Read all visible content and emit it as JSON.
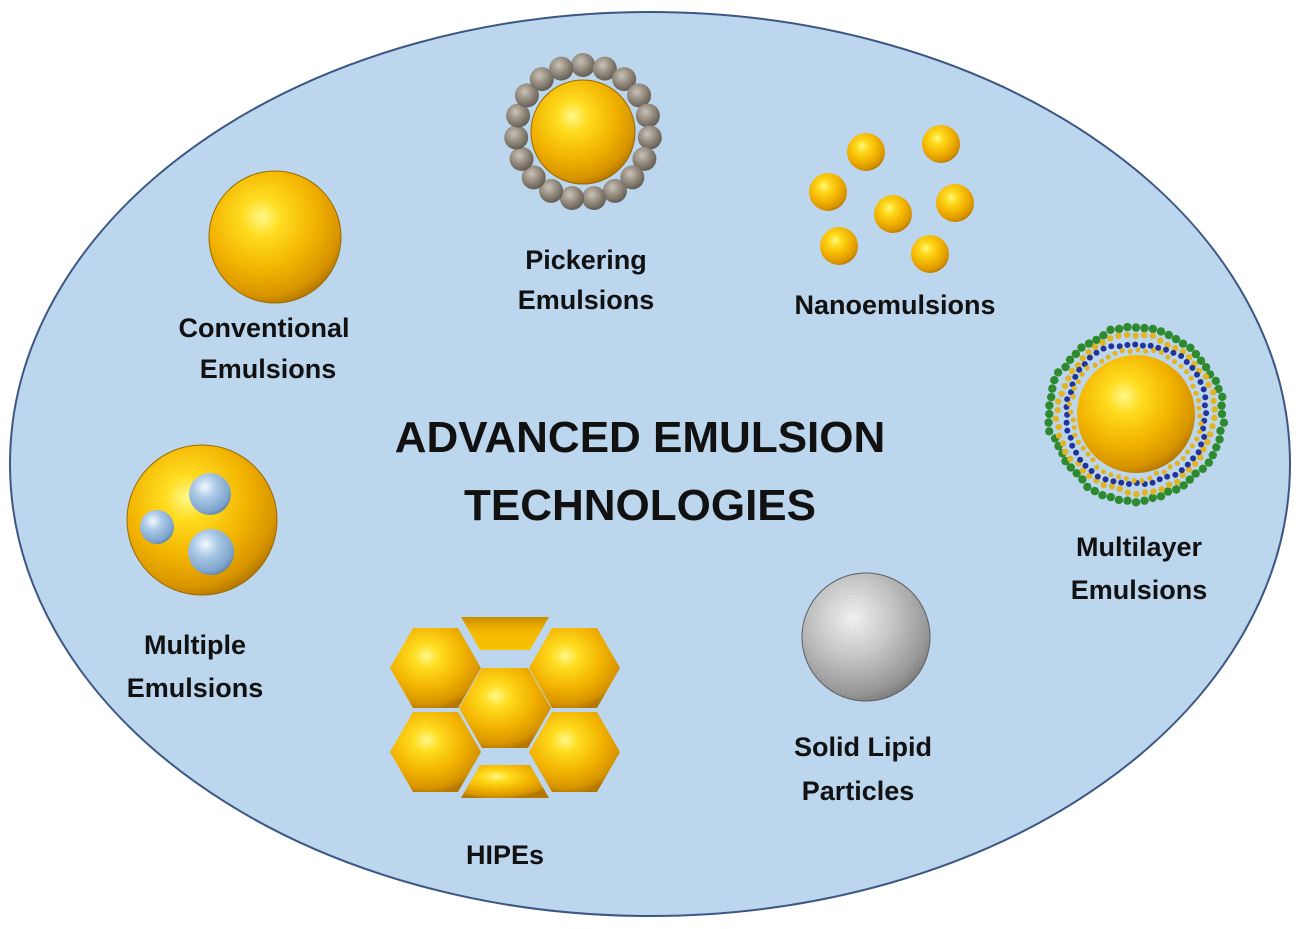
{
  "title": {
    "line1": "ADVANCED EMULSION",
    "line2": "TECHNOLOGIES"
  },
  "items": {
    "conventional": {
      "line1": "Conventional",
      "line2": "Emulsions",
      "icon": "oil-droplet-icon"
    },
    "pickering": {
      "line1": "Pickering",
      "line2": "Emulsions",
      "icon": "particle-stabilized-droplet-icon"
    },
    "nano": {
      "line1": "Nanoemulsions",
      "icon": "small-droplets-cluster-icon"
    },
    "multilayer": {
      "line1": "Multilayer",
      "line2": "Emulsions",
      "icon": "coated-droplet-icon"
    },
    "multiple": {
      "line1": "Multiple",
      "line2": "Emulsions",
      "icon": "droplet-in-droplet-icon"
    },
    "hipes": {
      "line1": "HIPEs",
      "icon": "packed-hexagonal-droplets-icon"
    },
    "slp": {
      "line1": "Solid Lipid",
      "line2": "Particles",
      "icon": "solid-particle-icon"
    }
  },
  "colors": {
    "background_fill": "#bcd6ee",
    "background_stroke": "#3c5784",
    "oil": "#f5b800",
    "water_droplet": "#9cc0e0",
    "particle": "#8f8679",
    "solid_lipid": "#b9b9b9",
    "layer_green": "#2e8a2e",
    "layer_blue": "#22339a"
  }
}
